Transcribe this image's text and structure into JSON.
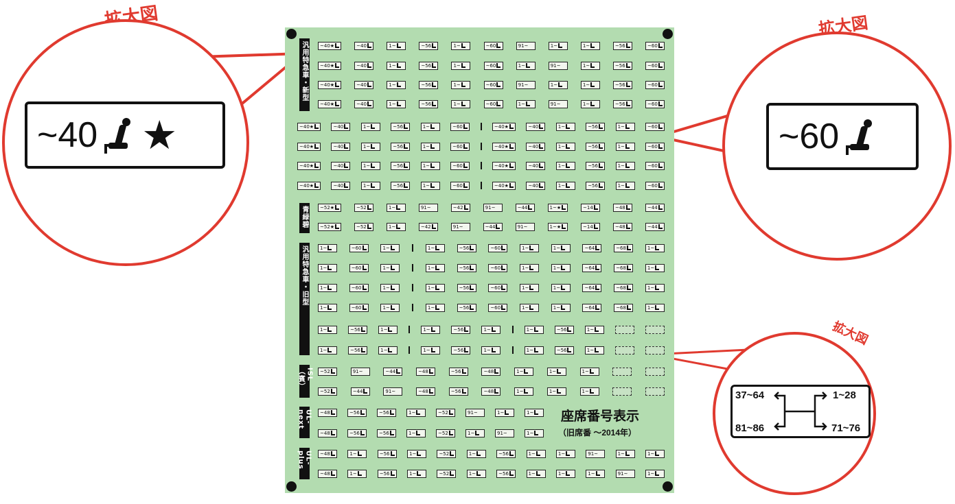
{
  "zoom_label": "拡大図",
  "zoom_left": {
    "range": "~40",
    "star": "★"
  },
  "zoom_right": {
    "range": "~60"
  },
  "zoom_direction": {
    "top_left": "37~64",
    "top_right": "1~28",
    "bottom_left": "81~86",
    "bottom_right": "71~76"
  },
  "sheet": {
    "title": "座席番号表示",
    "subtitle": "（旧席番 ～2014年）",
    "sections": {
      "new": "汎用特急車・新型",
      "kotobuki": "青緑碧",
      "old": "汎用特急車・旧型",
      "isl": "ISL（賓）",
      "ulnext": "UL-next",
      "ulplus": "UL-plus"
    }
  },
  "rows": {
    "r1": [
      "~40★",
      "~40",
      "1~",
      "~56",
      "1~",
      "~60",
      "91~",
      "1~",
      "1~",
      "~56",
      "~60"
    ],
    "r2": [
      "~40★",
      "~40",
      "1~",
      "~56",
      "1~",
      "~60",
      "1~",
      "91~",
      "1~",
      "~56",
      "~60"
    ],
    "r3": [
      "~40★",
      "~40",
      "1~",
      "~56",
      "1~",
      "~60",
      "91~",
      "1~",
      "1~",
      "~56",
      "~60"
    ],
    "r4": [
      "~40★",
      "~40",
      "1~",
      "~56",
      "1~",
      "~60",
      "1~",
      "91~",
      "1~",
      "~56",
      "~60"
    ],
    "r5": [
      "~40★",
      "~40",
      "1~",
      "~56",
      "1~",
      "~60",
      "|",
      "~40★",
      "~40",
      "1~",
      "~56",
      "1~",
      "~60"
    ],
    "r6": [
      "~40★",
      "~40",
      "1~",
      "~56",
      "1~",
      "~60",
      "|",
      "~40★",
      "~40",
      "1~",
      "~56",
      "1~",
      "~60"
    ],
    "r7": [
      "~40★",
      "~40",
      "1~",
      "~56",
      "1~",
      "~60",
      "|",
      "~40★",
      "~40",
      "1~",
      "~56",
      "1~",
      "~60"
    ],
    "r8": [
      "~40★",
      "~40",
      "1~",
      "~56",
      "1~",
      "~60",
      "|",
      "~40★",
      "~40",
      "1~",
      "~56",
      "1~",
      "~60"
    ],
    "r9": [
      "~52★",
      "~52",
      "1~",
      "91~",
      "~42",
      "91~",
      "~44",
      "1~★",
      "~14",
      "~48",
      "~44"
    ],
    "r10": [
      "~52★",
      "~52",
      "1~",
      "~42",
      "91~",
      "~44",
      "91~",
      "1~★",
      "~14",
      "~48",
      "~44"
    ],
    "r11": [
      "1~",
      "~60",
      "1~",
      "|",
      "1~",
      "~56",
      "~60",
      "1~",
      "1~",
      "~64",
      "~68",
      "1~"
    ],
    "r12": [
      "1~",
      "~60",
      "1~",
      "|",
      "1~",
      "~56",
      "~60",
      "1~",
      "1~",
      "~64",
      "~68",
      "1~"
    ],
    "r13": [
      "1~",
      "~60",
      "1~",
      "|",
      "1~",
      "~56",
      "~60",
      "1~",
      "1~",
      "~64",
      "~68",
      "1~"
    ],
    "r14": [
      "1~",
      "~60",
      "1~",
      "|",
      "1~",
      "~56",
      "~60",
      "1~",
      "1~",
      "~64",
      "~68",
      "1~"
    ],
    "r15": [
      "1~",
      "~56",
      "1~",
      "|",
      "1~",
      "~56",
      "1~",
      "|",
      "1~",
      "~56",
      "1~",
      "..",
      ".."
    ],
    "r16": [
      "1~",
      "~56",
      "1~",
      "|",
      "1~",
      "~56",
      "1~",
      "|",
      "1~",
      "~56",
      "1~",
      "..",
      ".."
    ],
    "r17": [
      "~52",
      "91~",
      "~44",
      "~48",
      "~56",
      "~48",
      "1~",
      "1~",
      "1~",
      "..",
      ".."
    ],
    "r18": [
      "~52",
      "~44",
      "91~",
      "~48",
      "~56",
      "~48",
      "1~",
      "1~",
      "1~",
      "..",
      ".."
    ],
    "r19": [
      "~48",
      "~56",
      "~56",
      "1~",
      "~52",
      "91~",
      "1~",
      "1~"
    ],
    "r20": [
      "~48",
      "~56",
      "~56",
      "1~",
      "~52",
      "1~",
      "91~",
      "1~"
    ],
    "r21": [
      "~48",
      "1~",
      "~56",
      "1~",
      "~52",
      "1~",
      "~56",
      "1~",
      "1~",
      "91~",
      "1~",
      "1~"
    ],
    "r22": [
      "~48",
      "1~",
      "~56",
      "1~",
      "~52",
      "1~",
      "~56",
      "1~",
      "1~",
      "1~",
      "91~",
      "1~"
    ]
  },
  "colors": {
    "accent": "#e03a2f",
    "sheet": "#b3dcb0"
  }
}
